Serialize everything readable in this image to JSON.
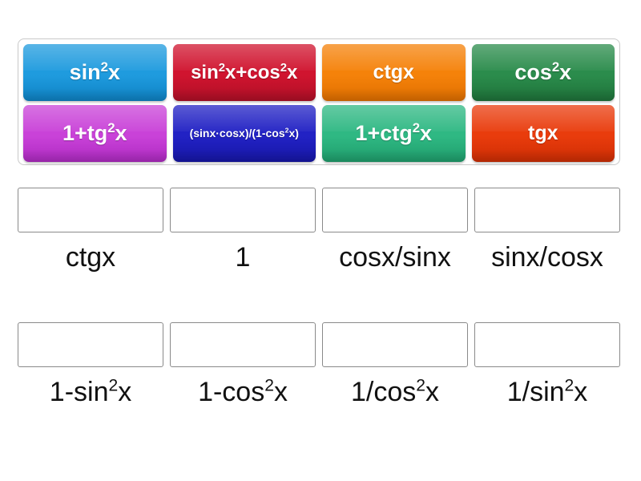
{
  "activity": {
    "type": "drag-and-drop-match",
    "subject": "trigonometric identities"
  },
  "tile_bank": {
    "rows": [
      [
        {
          "id": "tile-sin2x",
          "text_html": "sin<sup>2</sup>x",
          "text": "sin2x",
          "color": "#1F9BDE",
          "color_dark": "#0E82C4",
          "size": "fs-xl"
        },
        {
          "id": "tile-sin2x-cos2x",
          "text_html": "sin<sup>2</sup>x+cos<sup>2</sup>x",
          "text": "sin2x+cos2x",
          "color": "#D0142F",
          "color_dark": "#B00F26",
          "size": "fs-md"
        },
        {
          "id": "tile-ctgx",
          "text_html": "ctgx",
          "text": "ctgx",
          "color": "#F5820A",
          "color_dark": "#E06F00",
          "size": "fs-lg"
        },
        {
          "id": "tile-cos2x",
          "text_html": "cos<sup>2</sup>x",
          "text": "cos2x",
          "color": "#2B8C4C",
          "color_dark": "#1E7239",
          "size": "fs-xl"
        }
      ],
      [
        {
          "id": "tile-1-plus-tg2x",
          "text_html": "1+tg<sup>2</sup>x",
          "text": "1+tg2x",
          "color": "#C942D8",
          "color_dark": "#AE2AC2",
          "size": "fs-xl"
        },
        {
          "id": "tile-sinxcosx",
          "text_html": "(sinx&middot;cosx)/(1-cos<sup>2</sup>x)",
          "text": "(sinx·cosx)/(1-cos2x)",
          "color": "#2222C4",
          "color_dark": "#1616A6",
          "size": "fs-sm"
        },
        {
          "id": "tile-1-plus-ctg2x",
          "text_html": "1+ctg<sup>2</sup>x",
          "text": "1+ctg2x",
          "color": "#2FB883",
          "color_dark": "#1F9E6C",
          "size": "fs-xl"
        },
        {
          "id": "tile-tgx",
          "text_html": "tgx",
          "text": "tgx",
          "color": "#E93C0D",
          "color_dark": "#CE2D03",
          "size": "fs-lg"
        }
      ]
    ]
  },
  "answer_rows": [
    {
      "cells": [
        {
          "id": "answer-ctgx",
          "label_html": "ctgx",
          "label": "ctgx",
          "dropzone_value": ""
        },
        {
          "id": "answer-one",
          "label_html": "1",
          "label": "1",
          "dropzone_value": ""
        },
        {
          "id": "answer-cosx-sinx",
          "label_html": "cosx/sinx",
          "label": "cosx/sinx",
          "dropzone_value": ""
        },
        {
          "id": "answer-sinx-cosx",
          "label_html": "sinx/cosx",
          "label": "sinx/cosx",
          "dropzone_value": ""
        }
      ]
    },
    {
      "cells": [
        {
          "id": "answer-1-minus-sin2x",
          "label_html": "1-sin<sup>2</sup>x",
          "label": "1-sin2x",
          "dropzone_value": ""
        },
        {
          "id": "answer-1-minus-cos2x",
          "label_html": "1-cos<sup>2</sup>x",
          "label": "1-cos2x",
          "dropzone_value": ""
        },
        {
          "id": "answer-1-over-cos2x",
          "label_html": "1/cos<sup>2</sup>x",
          "label": "1/cos2x",
          "dropzone_value": ""
        },
        {
          "id": "answer-1-over-sin2x",
          "label_html": "1/sin<sup>2</sup>x",
          "label": "1/sin2x",
          "dropzone_value": ""
        }
      ]
    }
  ],
  "colors": {
    "page_background": "#ffffff",
    "bank_border": "#c9c9c9",
    "dropzone_border": "#8a8a8a",
    "label_text": "#111111",
    "tile_text": "#ffffff"
  }
}
